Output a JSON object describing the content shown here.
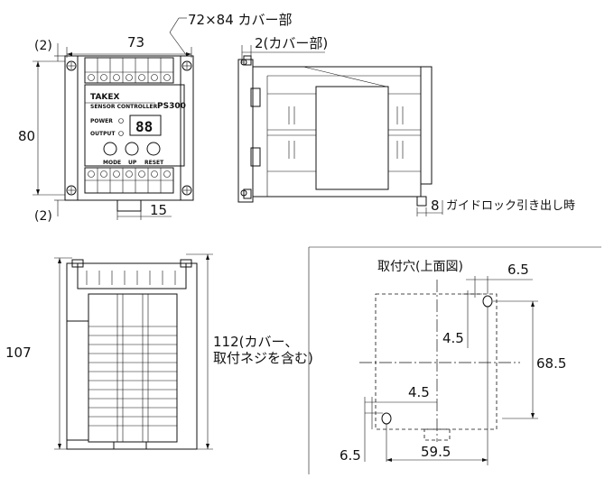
{
  "front_view": {
    "cover_note": "72×84 カバー部",
    "width": "73",
    "height": "80",
    "margin_top": "(2)",
    "margin_bottom": "(2)",
    "bottom_width": "15",
    "panel": {
      "brand": "TAKEX",
      "subtitle": "SENSOR CONTROLLER",
      "model": "PS300",
      "power_label": "POWER",
      "output_label": "OUTPUT",
      "display": "88",
      "buttons": [
        "MODE",
        "UP",
        "RESET"
      ]
    }
  },
  "side_view": {
    "cover_depth": "2(カバー部)",
    "lock_value": "8",
    "lock_note": "ガイドロック引き出し時"
  },
  "bottom_view": {
    "width": "107",
    "length_line1": "112(カバー、",
    "length_line2": "取付ネジを含む)"
  },
  "mounting": {
    "title": "取付穴(上面図)",
    "top_offset": "6.5",
    "top_drop": "4.5",
    "height": "68.5",
    "bottom_drop": "4.5",
    "bottom_offset": "6.5",
    "width": "59.5"
  }
}
